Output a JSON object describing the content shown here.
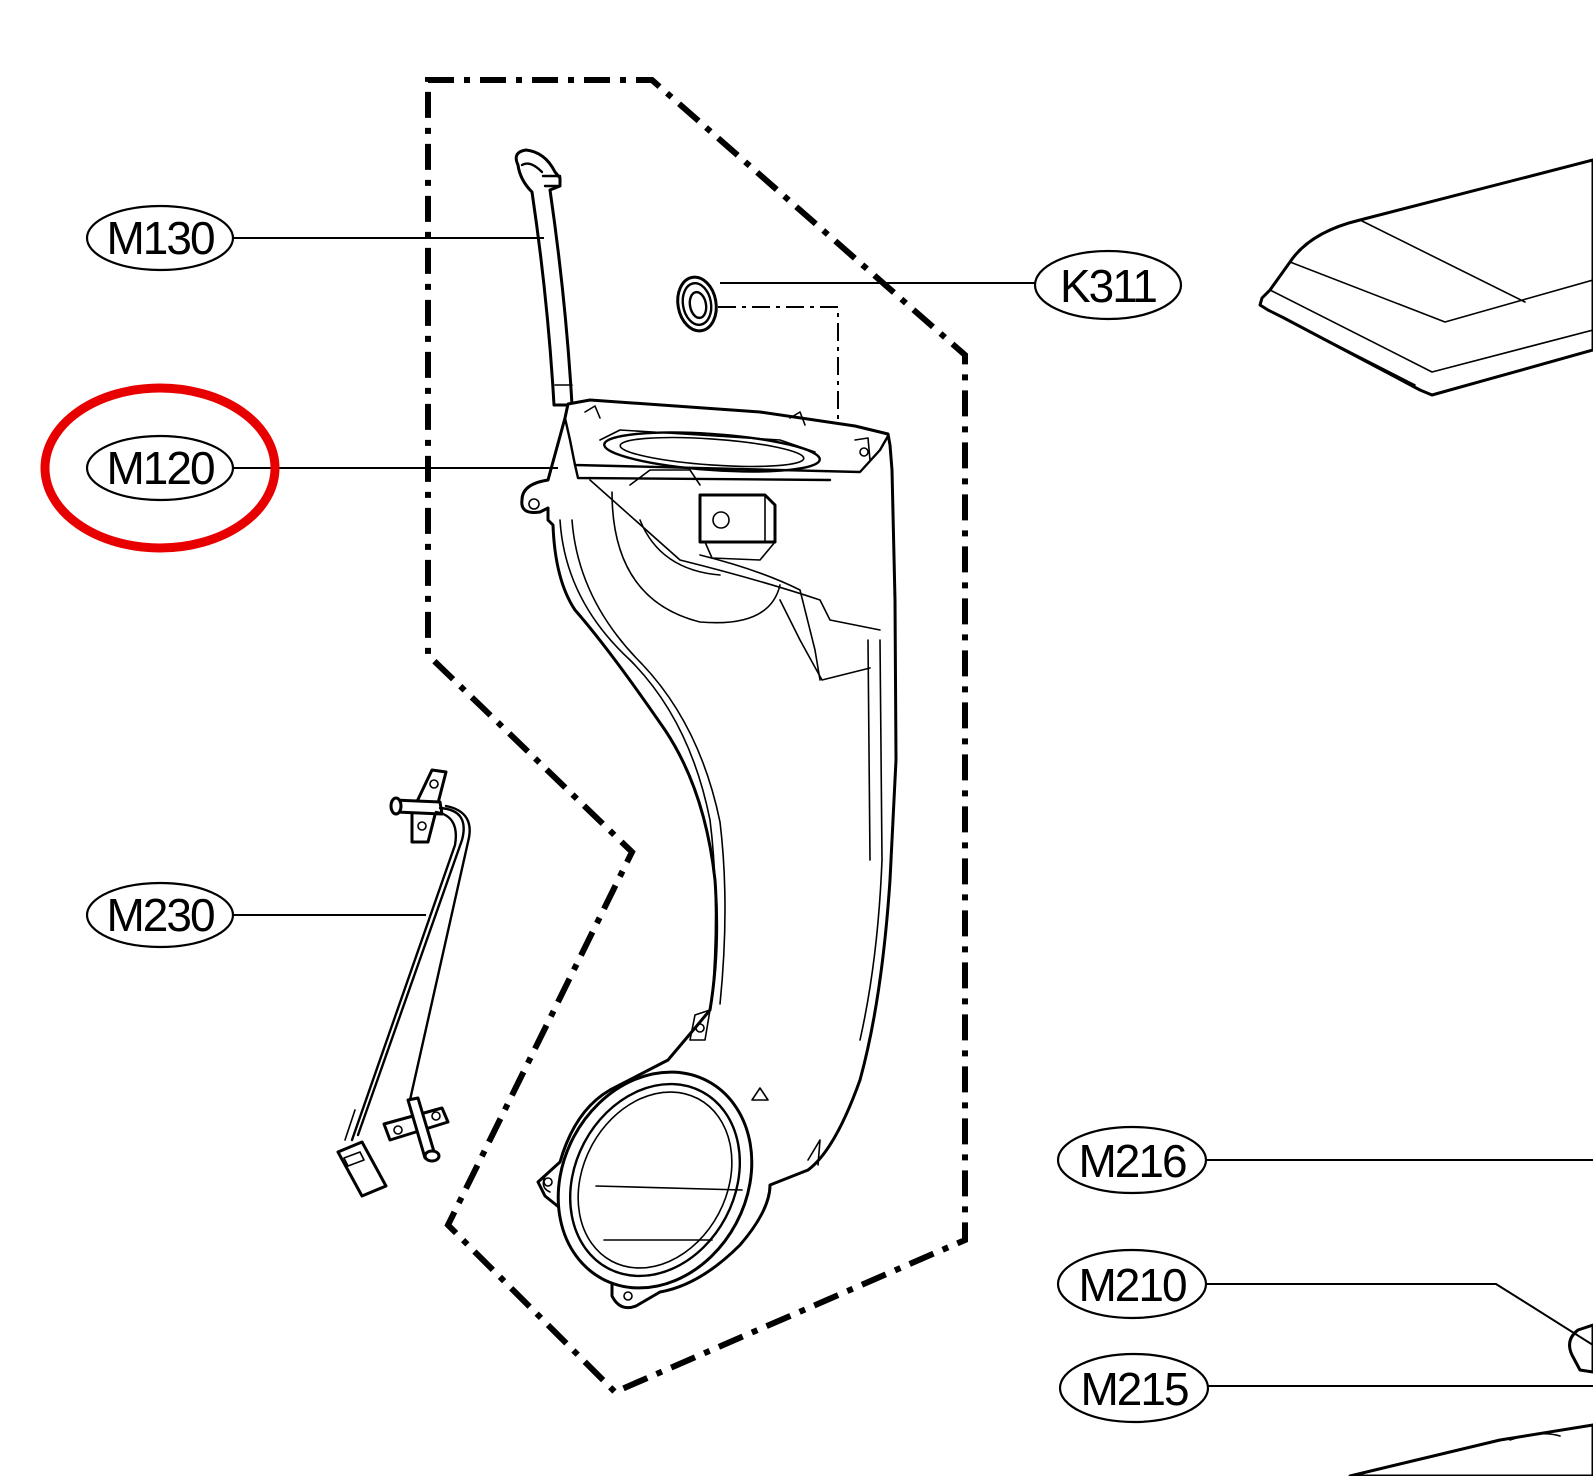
{
  "callouts": [
    {
      "id": "M130",
      "text": "M130"
    },
    {
      "id": "K311",
      "text": "K311"
    },
    {
      "id": "M120",
      "text": "M120",
      "highlighted": true
    },
    {
      "id": "M230",
      "text": "M230"
    },
    {
      "id": "M216",
      "text": "M216"
    },
    {
      "id": "M210",
      "text": "M210"
    },
    {
      "id": "M215",
      "text": "M215"
    }
  ],
  "colors": {
    "highlight": "#e80000",
    "line": "#000000",
    "background": "#ffffff"
  }
}
